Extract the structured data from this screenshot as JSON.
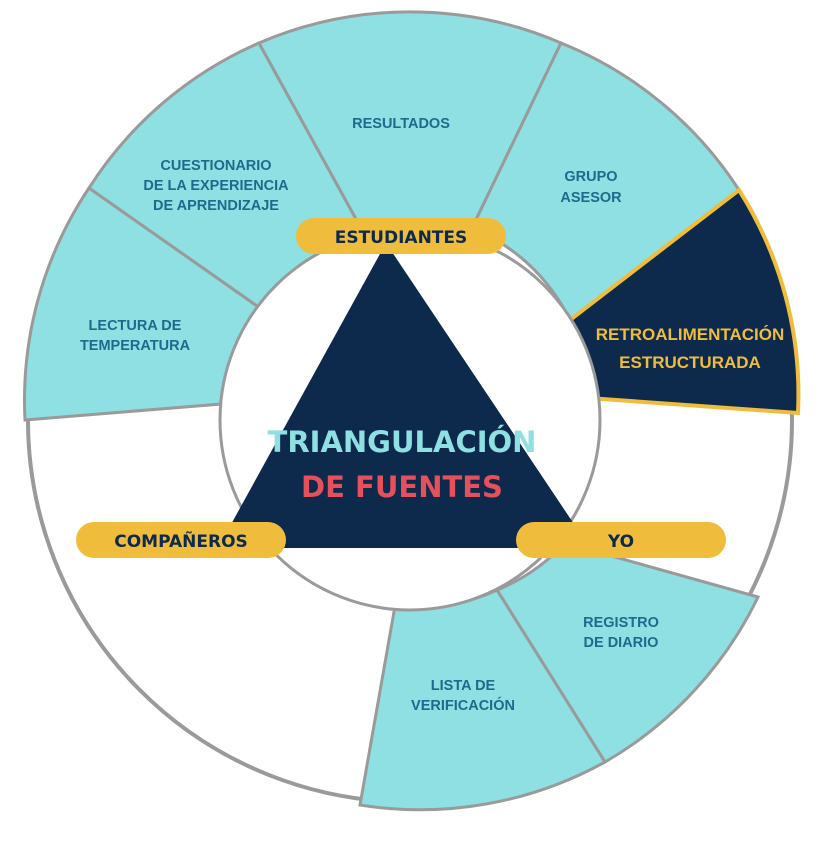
{
  "center": {
    "line1": "TRIANGULACIÓN",
    "line2": "DE FUENTES"
  },
  "pills": {
    "students": "ESTUDIANTES",
    "peers": "COMPAÑEROS",
    "self": "YO"
  },
  "segments": {
    "temperatura": [
      "LECTURA DE",
      "TEMPERATURA"
    ],
    "cuestionario": [
      "CUESTIONARIO",
      "DE LA EXPERIENCIA",
      "DE APRENDIZAJE"
    ],
    "resultados": [
      "RESULTADOS"
    ],
    "grupo": [
      "GRUPO",
      "ASESOR"
    ],
    "retro": [
      "RETROALIMENTACIÓN",
      "ESTRUCTURADA"
    ],
    "diario": [
      "REGISTRO",
      "DE DIARIO"
    ],
    "lista": [
      "LISTA DE",
      "VERIFICACIÓN"
    ]
  },
  "colors": {
    "segment_fill": "#8ee0e3",
    "highlight_fill": "#0d2a4d",
    "highlight_border": "#f0bc3c",
    "triangle_fill": "#0d2a4d",
    "pill_fill": "#f0bc3c",
    "ring_border": "#9a9a9a"
  }
}
